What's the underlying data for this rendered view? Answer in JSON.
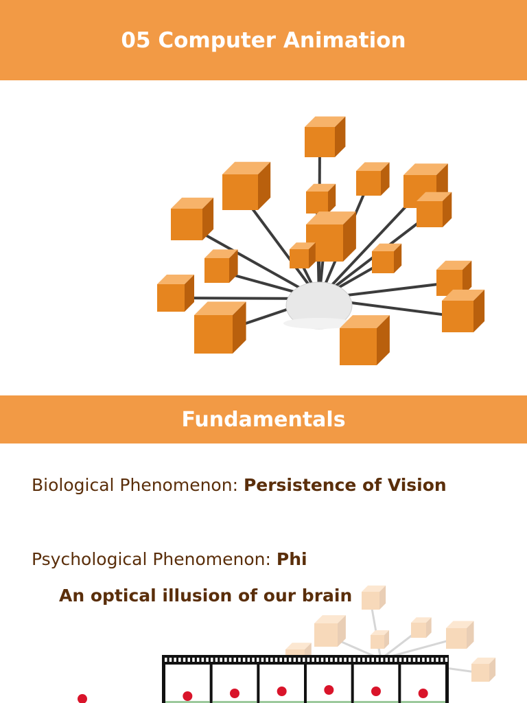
{
  "slide": {
    "title": "05 Computer Animation",
    "section_title": "Fundamentals",
    "bio_label": "Biological Phenomenon: ",
    "bio_value": "Persistence of Vision",
    "psy_label": "Psychological Phenomenon: ",
    "psy_value": "Phi",
    "optical_text": "An optical illusion of our brain"
  },
  "colors": {
    "banner": "#f29a45",
    "cube_front": "#e6851f",
    "cube_top": "#f7b36a",
    "cube_side": "#b9600d",
    "rod": "#3c3c3c",
    "hub": "#e8e8e8",
    "text": "#5a2e0a",
    "dot": "#d9142a",
    "film_green": "#9cc99c"
  },
  "illustrations": {
    "hero": "network-of-cubes-image",
    "filmstrip": "filmstrip-frames-image",
    "decoration": "faded-cube-network-image"
  },
  "filmstrip": {
    "frame_count": 6
  }
}
